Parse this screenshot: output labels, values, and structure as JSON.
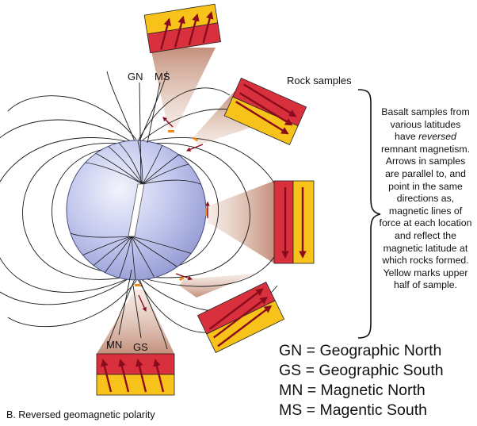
{
  "labels": {
    "gn": "GN",
    "ms": "MS",
    "mn": "MN",
    "gs": "GS",
    "rock_samples": "Rock samples",
    "caption": "B. Reversed geomagnetic polarity"
  },
  "description": {
    "part1": "Basalt samples from various latitudes have ",
    "emphasis": "reversed",
    "part2": " remnant magnetism. Arrows in samples are parallel to, and point in the same directions as, magnetic lines of force at each location and reflect the magnetic latitude at which rocks formed. Yellow marks upper half of sample."
  },
  "legend": [
    "GN = Geographic North",
    "GS = Geographic South",
    "MN = Magnetic North",
    "MS = Magentic South"
  ],
  "colors": {
    "sample_red": "#d8303c",
    "sample_yellow": "#f7c21a",
    "arrow": "#8a0c1c",
    "globe": "#b9bfe8",
    "beam": "#c99a86",
    "field_line": "#1a1a1a"
  }
}
